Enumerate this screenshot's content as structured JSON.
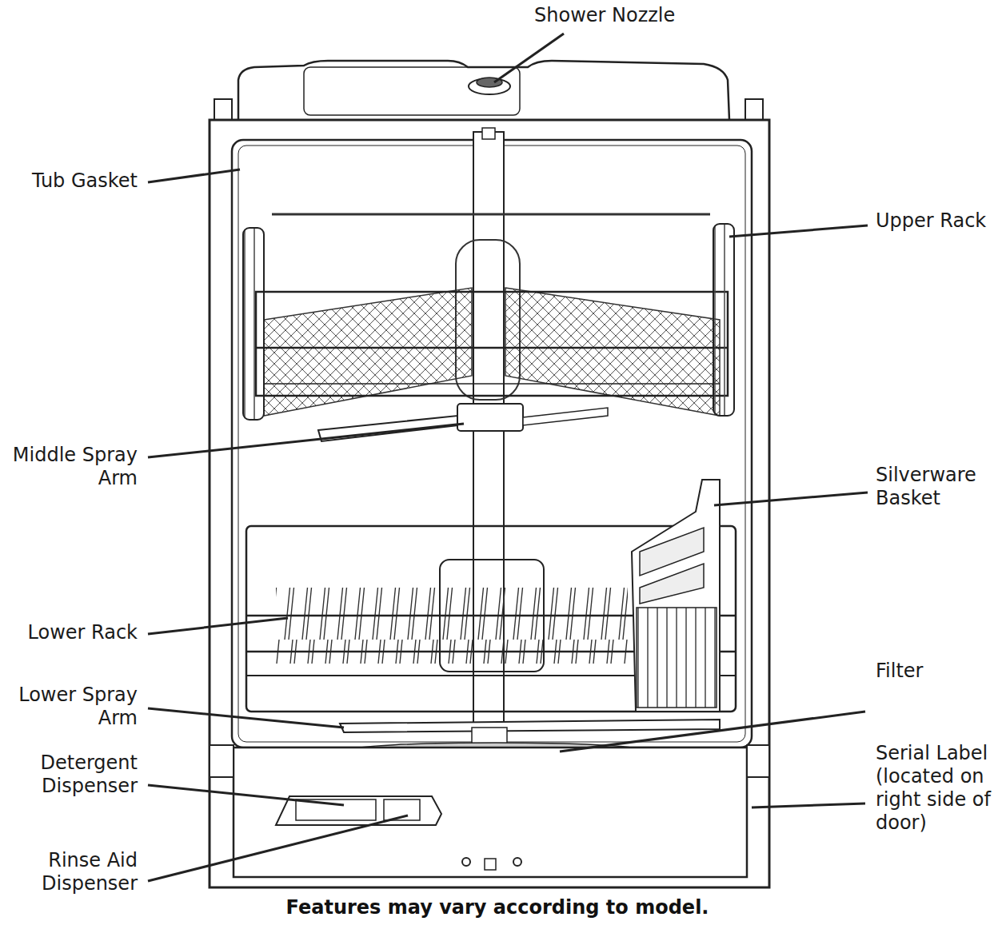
{
  "diagram": {
    "caption": "Features may vary according to model.",
    "labels": [
      "Shower Nozzle",
      "Tub Gasket",
      "Upper Rack",
      "Middle Spray Arm",
      "Silverware Basket",
      "Lower Rack",
      "Filter",
      "Lower Spray Arm",
      "Serial Label (located on right side of door)",
      "Detergent Dispenser",
      "Rinse Aid Dispenser"
    ]
  }
}
